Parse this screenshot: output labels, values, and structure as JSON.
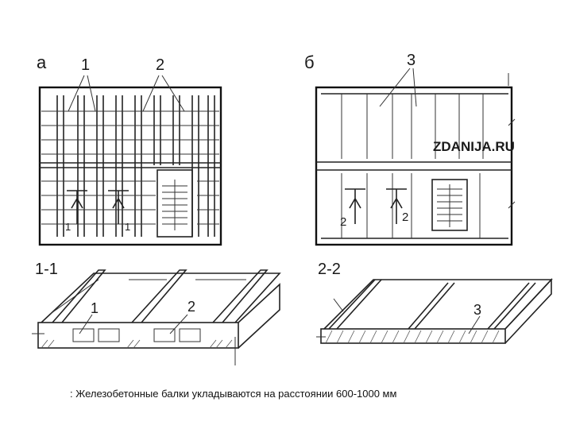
{
  "labels": {
    "view_a": "а",
    "view_b": "б",
    "callout_1": "1",
    "callout_2": "2",
    "callout_3": "3",
    "section_a_left": "1",
    "section_a_right": "1",
    "section_b_left": "2",
    "section_b_right": "2",
    "section_1_1": "1-1",
    "section_2_2": "2-2",
    "sec1_callout_1": "1",
    "sec1_callout_2": "2",
    "sec2_callout_3": "3"
  },
  "watermark": "ZDANIJA.RU",
  "caption": ": Железобетонные балки укладываются на расстоянии 600-1000 мм"
}
